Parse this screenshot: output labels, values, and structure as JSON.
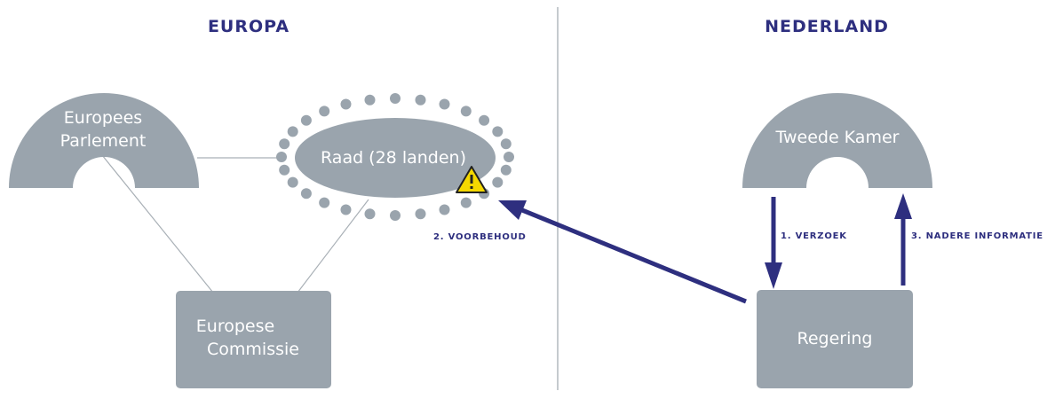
{
  "headings": {
    "left": "EUROPA",
    "right": "NEDERLAND"
  },
  "nodes": {
    "europees_parlement": [
      "Europees",
      "Parlement"
    ],
    "raad": "Raad (28 landen)",
    "europese_commissie": [
      "Europese",
      "Commissie"
    ],
    "tweede_kamer": "Tweede Kamer",
    "regering": "Regering"
  },
  "arrows": {
    "verzoek": "1. VERZOEK",
    "voorbehoud": "2. VOORBEHOUD",
    "nadere_informatie": "3. NADERE INFORMATIE"
  },
  "icons": {
    "warning": "warning-icon"
  },
  "colors": {
    "shape": "#9aa4ad",
    "accent": "#2e2f7f",
    "warning_fill": "#f5d800"
  }
}
